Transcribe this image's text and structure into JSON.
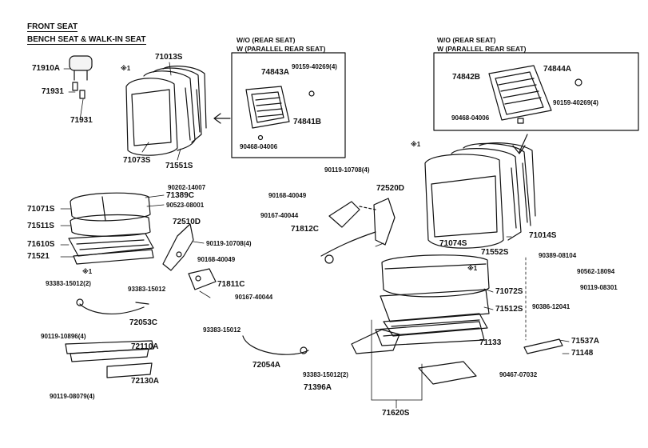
{
  "headers": {
    "line1": "FRONT SEAT",
    "line2": "BENCH SEAT & WALK-IN SEAT"
  },
  "boxes": {
    "left_caption": [
      "W/O (REAR SEAT)",
      "W (PARALLEL REAR SEAT)"
    ],
    "right_caption": [
      "W/O (REAR SEAT)",
      "W (PARALLEL REAR SEAT)"
    ]
  },
  "labels": {
    "l71910A": "71910A",
    "l71931a": "71931",
    "l71931b": "71931",
    "mark1a": "※1",
    "l71013S": "71013S",
    "l71073S": "71073S",
    "l71551S": "71551S",
    "l74843A": "74843A",
    "l90159a": "90159-40269(4)",
    "l74841B": "74841B",
    "l90468a": "90468-04006",
    "l74844A": "74844A",
    "l74842B": "74842B",
    "l90159b": "90159-40269(4)",
    "l90468b": "90468-04006",
    "mark1b": "※1",
    "l90202": "90202-14007",
    "l71389C": "71389C",
    "l90523": "90523-08001",
    "l71071S": "71071S",
    "l71511S": "71511S",
    "l71610S": "71610S",
    "l71521": "71521",
    "mark1c": "※1",
    "l72510D": "72510D",
    "l90119a": "90119-10708(4)",
    "l90168a": "90168-40049",
    "l71811C": "71811C",
    "l90167a": "90167-40044",
    "l90119b": "90119-10708(4)",
    "l90168b": "90168-40049",
    "l72520D": "72520D",
    "l90167b": "90167-40044",
    "l71812C": "71812C",
    "l71074S": "71074S",
    "l71014S": "71014S",
    "l71552S": "71552S",
    "mark1d": "※1",
    "l90389": "90389-08104",
    "l90562": "90562-18094",
    "l90119c": "90119-08301",
    "l71072S": "71072S",
    "l90386": "90386-12041",
    "l71512S": "71512S",
    "l93383a": "93383-15012(2)",
    "l93383b": "93383-15012",
    "l72053C": "72053C",
    "l90119d": "90119-10896(4)",
    "l72110A": "72110A",
    "l72130A": "72130A",
    "l90119e": "90119-08079(4)",
    "l93383c": "93383-15012",
    "l72054A": "72054A",
    "l93383d": "93383-15012(2)",
    "l71396A": "71396A",
    "l71133": "71133",
    "l71537A": "71537A",
    "l71148": "71148",
    "l90467": "90467-07032",
    "l71620S": "71620S"
  },
  "colors": {
    "ink": "#111111",
    "paper": "#ffffff",
    "shade": "#cfcfcf"
  }
}
